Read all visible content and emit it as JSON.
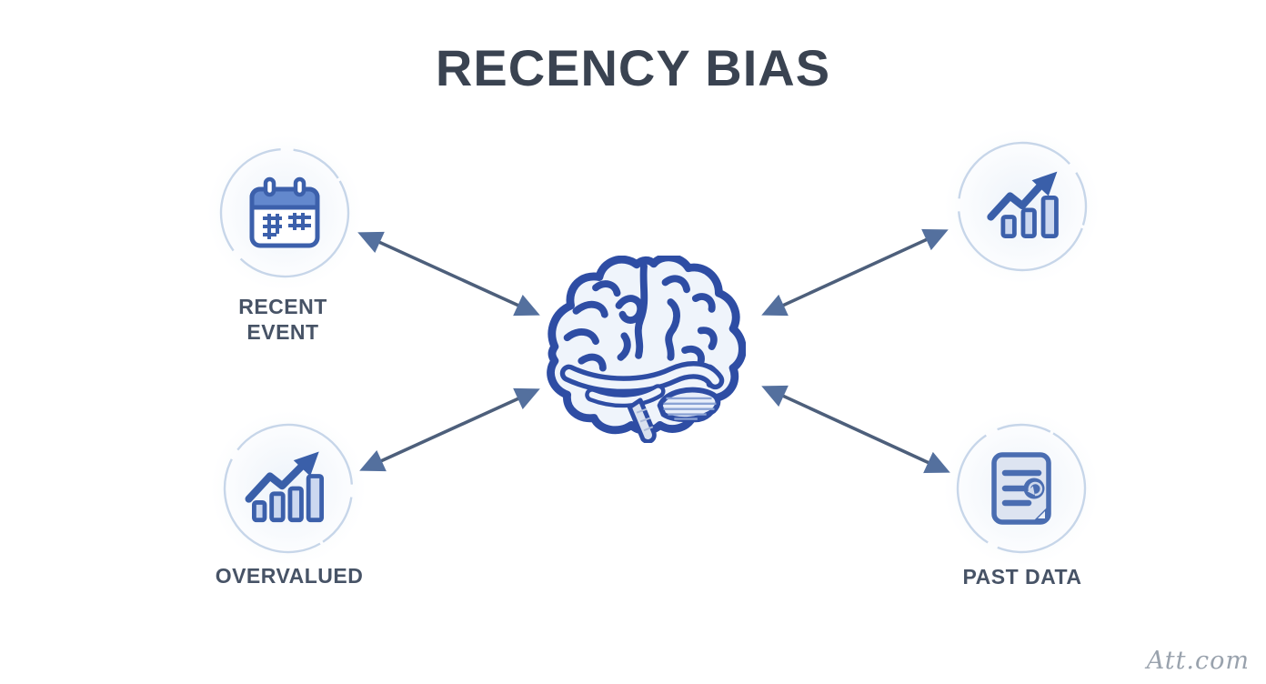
{
  "title": "RECENCY BIAS",
  "watermark": "Att.com",
  "center": {
    "icon": "brain-icon"
  },
  "nodes": {
    "top_left": {
      "icon": "calendar-icon",
      "lines": [
        "RECENT",
        "EVENT"
      ]
    },
    "top_right": {
      "icon": "trend-up-bars-icon",
      "label": ""
    },
    "bottom_left": {
      "icon": "trend-up-bars-icon",
      "label": "OVERVALUED"
    },
    "bottom_right": {
      "icon": "document-icon",
      "label": "PAST DATA"
    }
  },
  "arrows": [
    {
      "name": "arrow-top-left",
      "from": "recent-event node",
      "to": "brain",
      "double_headed": true
    },
    {
      "name": "arrow-top-right",
      "from": "brain",
      "to": "trend-up node",
      "double_headed": true
    },
    {
      "name": "arrow-bottom-left",
      "from": "overvalued node",
      "to": "brain",
      "double_headed": true
    },
    {
      "name": "arrow-bottom-right",
      "from": "brain",
      "to": "past-data node",
      "double_headed": true
    }
  ],
  "colors": {
    "title_text": "#3a4351",
    "label_text": "#475366",
    "icon_stroke_blue": "#3c60ab",
    "icon_bar_fill": "#ccd8f0",
    "calendar_header_fill": "#6388cd",
    "document_fill": "#dde4f1",
    "brain_stroke": "#2e4da4",
    "brain_fill": "#eff4fb",
    "circle_stroke": "#c7d6e9",
    "arrow_line": "#4d5f7b",
    "arrowhead": "#54709e"
  }
}
